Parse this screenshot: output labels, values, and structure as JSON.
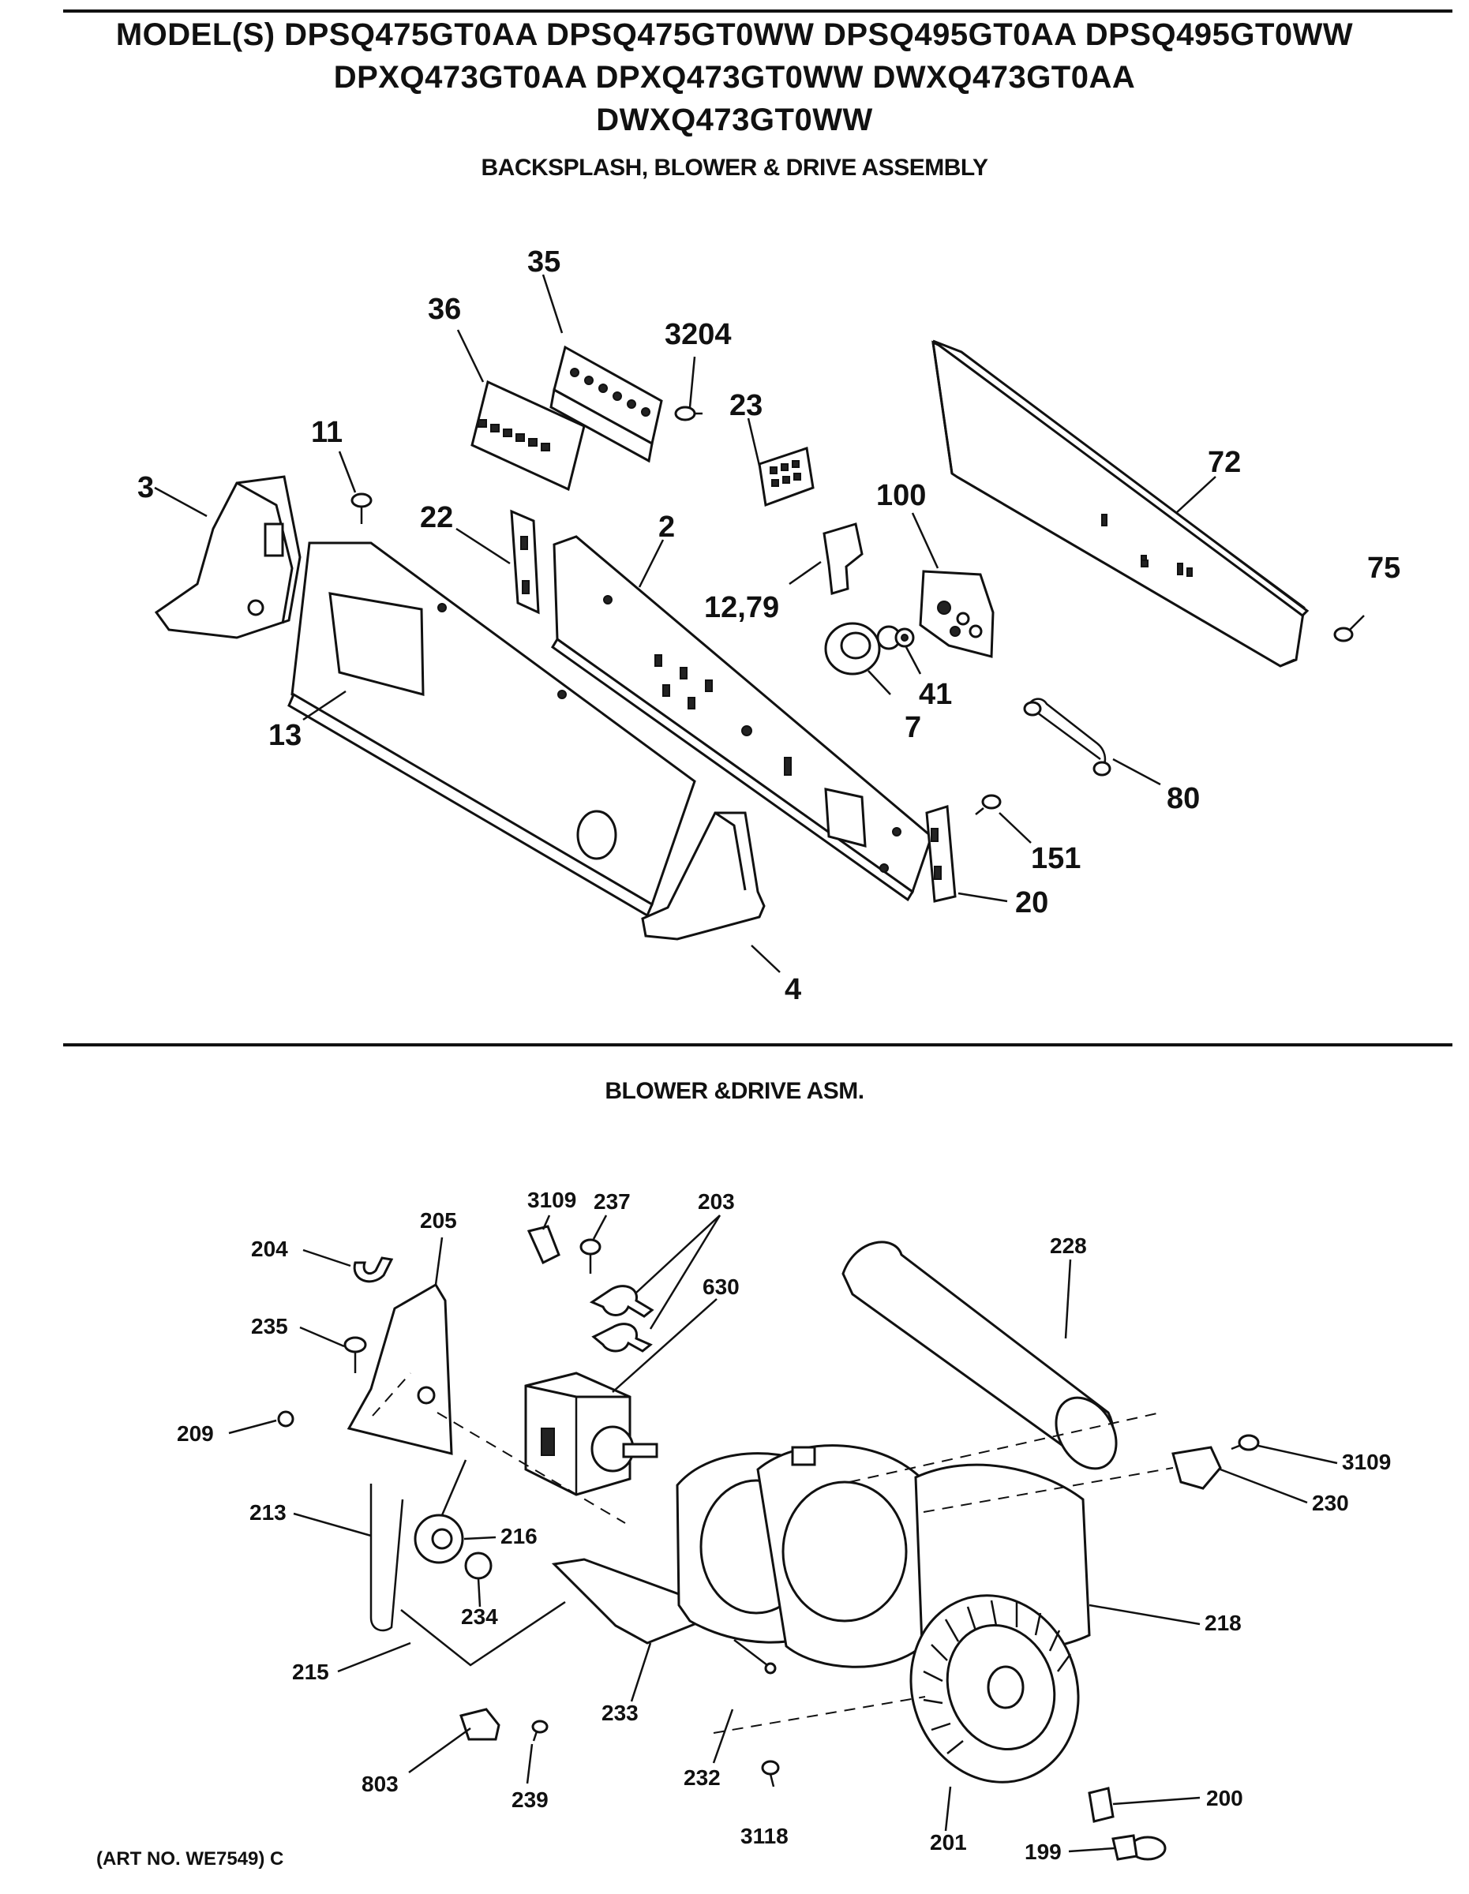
{
  "header": {
    "models_line1": "MODEL(S) DPSQ475GT0AA DPSQ475GT0WW DPSQ495GT0AA DPSQ495GT0WW",
    "models_line2": "DPXQ473GT0AA DPXQ473GT0WW DWXQ473GT0AA",
    "models_line3": "DWXQ473GT0WW",
    "section_title": "BACKSPLASH, BLOWER & DRIVE ASSEMBLY"
  },
  "lower_section": {
    "title": "BLOWER &DRIVE ASM."
  },
  "footer": {
    "art_number": "(ART NO. WE7549) C"
  },
  "upper_parts": {
    "p35": "35",
    "p36": "36",
    "p3204": "3204",
    "p23": "23",
    "p11": "11",
    "p3": "3",
    "p22": "22",
    "p2": "2",
    "p72": "72",
    "p100": "100",
    "p75": "75",
    "p12_79": "12,79",
    "p41": "41",
    "p7": "7",
    "p13": "13",
    "p80": "80",
    "p151": "151",
    "p20": "20",
    "p4": "4"
  },
  "lower_parts": {
    "p205": "205",
    "p3109a": "3109",
    "p237": "237",
    "p203": "203",
    "p204": "204",
    "p228": "228",
    "p630": "630",
    "p235": "235",
    "p209": "209",
    "p3109b": "3109",
    "p230": "230",
    "p213": "213",
    "p216": "216",
    "p218": "218",
    "p234": "234",
    "p215": "215",
    "p233": "233",
    "p803": "803",
    "p239": "239",
    "p232": "232",
    "p200": "200",
    "p3118": "3118",
    "p201": "201",
    "p199": "199"
  }
}
